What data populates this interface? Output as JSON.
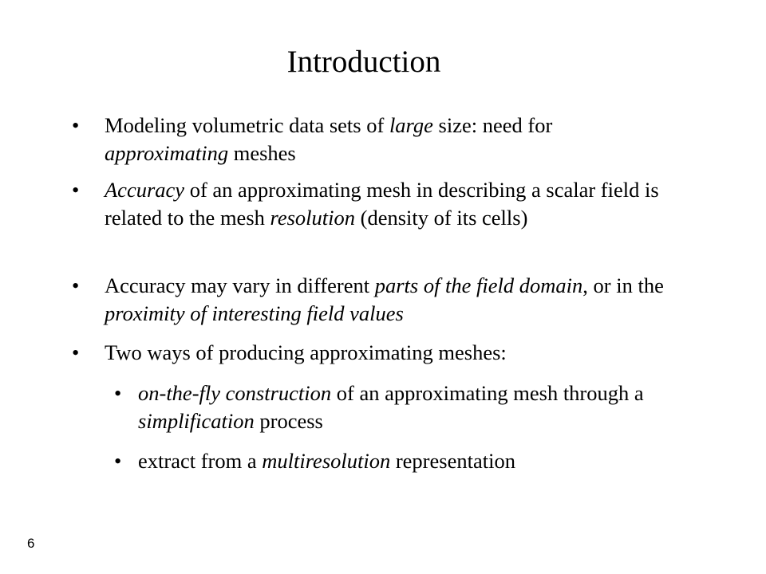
{
  "title": "Introduction",
  "bullets": [
    {
      "level": 1,
      "segments": [
        {
          "text": "Modeling volumetric  data sets of ",
          "italic": false
        },
        {
          "text": "large",
          "italic": true
        },
        {
          "text": " size: need for ",
          "italic": false
        },
        {
          "text": "approximating",
          "italic": true
        },
        {
          "text": "  meshes",
          "italic": false
        }
      ]
    },
    {
      "level": 1,
      "segments": [
        {
          "text": "Accuracy",
          "italic": true
        },
        {
          "text": " of an approximating mesh in  describing a scalar field is related to the mesh ",
          "italic": false
        },
        {
          "text": "resolution",
          "italic": true
        },
        {
          "text": "  (density of its cells)",
          "italic": false
        }
      ]
    },
    {
      "level": 1,
      "segments": [
        {
          "text": "Accuracy may vary in different ",
          "italic": false
        },
        {
          "text": "parts of the field domain",
          "italic": true
        },
        {
          "text": ", or in the ",
          "italic": false
        },
        {
          "text": "proximity of interesting field values",
          "italic": true
        }
      ]
    },
    {
      "level": 1,
      "segments": [
        {
          "text": "Two ways of producing approximating meshes:",
          "italic": false
        }
      ]
    },
    {
      "level": 2,
      "segments": [
        {
          "text": "on-the-fly construction",
          "italic": true
        },
        {
          "text": " of an approximating mesh through  a ",
          "italic": false
        },
        {
          "text": "simplification",
          "italic": true
        },
        {
          "text": " process",
          "italic": false
        }
      ]
    },
    {
      "level": 2,
      "segments": [
        {
          "text": "extract from a ",
          "italic": false
        },
        {
          "text": "multiresolution",
          "italic": true
        },
        {
          "text": " representation",
          "italic": false
        }
      ]
    }
  ],
  "bullet_symbol": "•",
  "page_number": "6"
}
